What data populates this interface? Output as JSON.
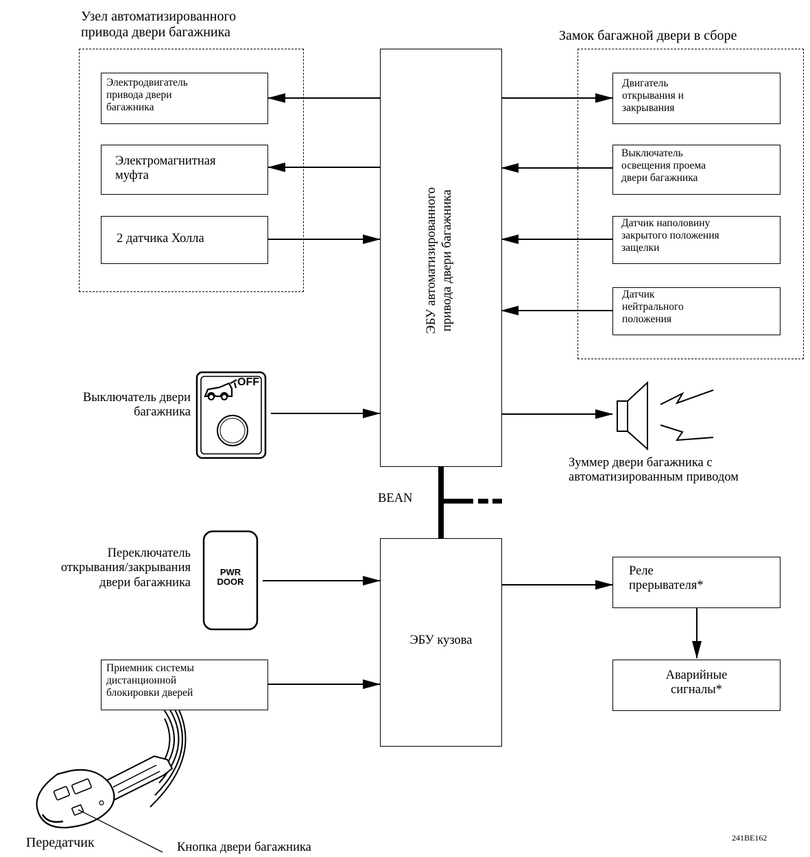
{
  "groups": {
    "tailgate_drive_assembly": "Узел автоматизированного\nпривода двери багажника",
    "tailgate_lock_assembly": "Замок багажной двери в сборе"
  },
  "ecus": {
    "power_tailgate_ecu": "ЭБУ автоматизированного\nпривода двери багажника",
    "body_ecu": "ЭБУ кузова"
  },
  "left_components": {
    "motor": "Электродвигатель\nпривода двери\nбагажника",
    "clutch": "Электромагнитная\nмуфта",
    "hall_sensors": "2 датчика Холла",
    "tailgate_switch": "Выключатель двери\nбагажника",
    "open_close_switch": "Переключатель\nоткрывания/закрывания\nдвери багажника",
    "remote_receiver": "Приемник системы\nдистанционной\nблокировки дверей"
  },
  "right_components": {
    "lock_motor": "Двигатель\nоткрывания и\nзакрывания",
    "courtesy_switch": "Выключатель\nосвещения проема\nдвери багажника",
    "half_latch_sensor": "Датчик наполовину\nзакрытого положения\nзащелки",
    "neutral_sensor": "Датчик\nнейтрального\nположения",
    "buzzer": "Зуммер двери багажника с\nавтоматизированным приводом",
    "relay": "Реле\nпрерывателя*",
    "hazard": "Аварийные\nсигналы*"
  },
  "switch_icons": {
    "off_text": "OFF",
    "pwr_door": "PWR\nDOOR"
  },
  "bus": {
    "label": "BEAN"
  },
  "transmitter": {
    "label": "Передатчик",
    "button_label": "Кнопка двери багажника"
  },
  "figure_code": "241BE162"
}
